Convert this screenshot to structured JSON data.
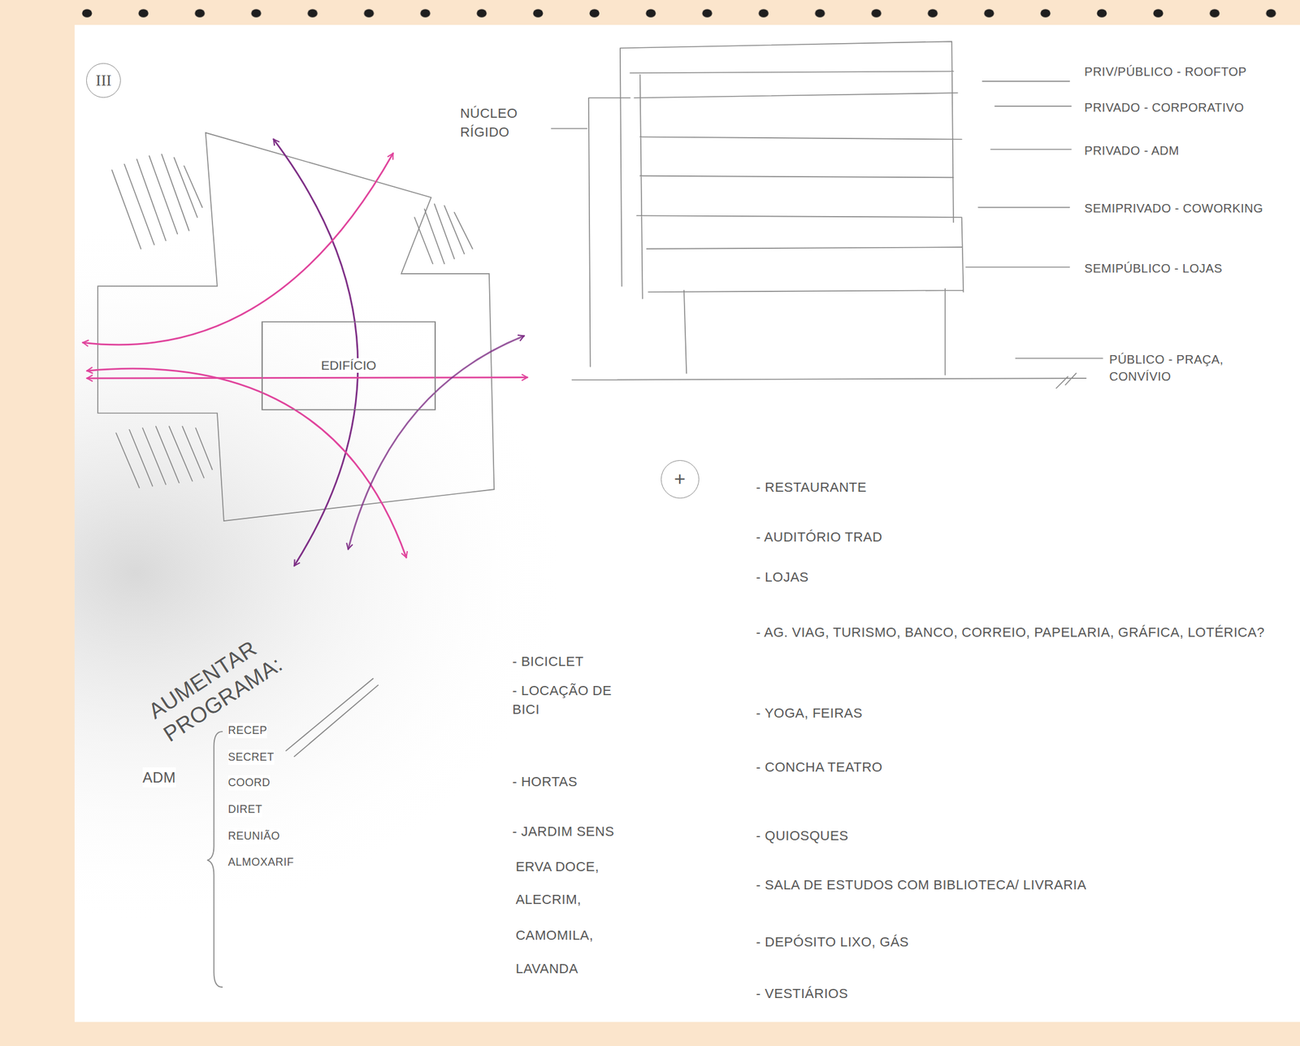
{
  "diagram": {
    "nodes": [
      {
        "text": [
          "III"
        ]
      },
      {
        "text": [
          "EDIFÍCIO"
        ]
      },
      {
        "text": [
          "+"
        ]
      }
    ],
    "labels": [
      "NÚCLEO RÍGIDO",
      "PRIV/PÚBLICO - ROOFTOP",
      "PRIVADO - CORPORATIVO",
      "PRIVADO - ADM",
      "SEMIPRIVADO - COWORKING",
      "SEMIPÚBLICO - LOJAS",
      "PÚBLICO - PRAÇA, CONVÍVIO",
      "- RESTAURANTE",
      "- AUDITÓRIO TRAD",
      "- LOJAS",
      "- AG. VIAG, TURISMO, BANCO, CORREIO, PAPELARIA, GRÁFICA, LOTÉRICA?",
      "- YOGA, FEIRAS",
      "- CONCHA TEATRO",
      "- QUIOSQUES",
      "- SALA DE ESTUDOS COM BIBLIOTECA/ LIVRARIA",
      "- DEPÓSITO LIXO, GÁS",
      "- VESTIÁRIOS",
      "AUMENTAR PROGRAMA:",
      "- BICICLET",
      "- LOCAÇÃO DE BICI",
      "- HORTAS",
      "- JARDIM SENS",
      "ERVA DOCE,",
      "ALECRIM,",
      "CAMOMILA,",
      "LAVANDA",
      "ADM",
      "RECEP",
      "SECRET",
      "COORD",
      "DIRET",
      "REUNIÃO",
      "ALMOXARIF"
    ]
  }
}
